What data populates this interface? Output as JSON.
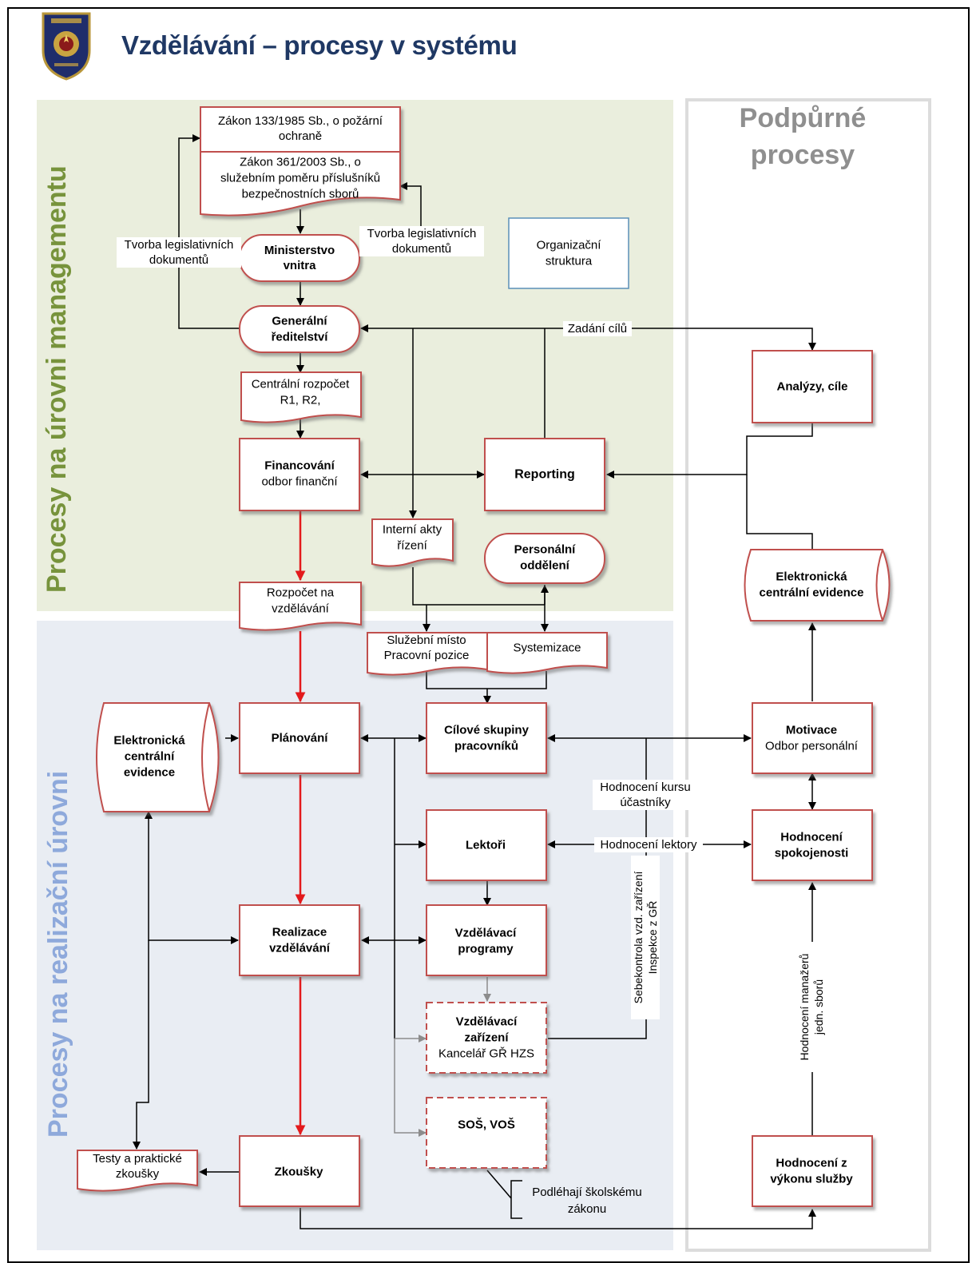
{
  "title": "Vzdělávání – procesy v systému",
  "support_title": [
    "Podpůrné",
    "procesy"
  ],
  "lane_labels": {
    "management": "Procesy na úrovni managementu",
    "realization": "Procesy na realizační úrovni"
  },
  "colors": {
    "title": "#1f3864",
    "management_bg": "#eaeedd",
    "realization_bg": "#e9edf3",
    "node_border": "#c0504d",
    "flow_red": "#e31a1c",
    "grey_text": "#8f8f8f"
  },
  "nodes": {
    "zakon133": [
      "Zákon 133/1985 Sb., o požární",
      "ochraně"
    ],
    "zakon361": [
      "Zákon 361/2003 Sb., o",
      "služebním poměru příslušníků",
      "bezpečnostních sborů"
    ],
    "ministerstvo": [
      "Ministerstvo",
      "vnitra"
    ],
    "organizacni": [
      "Organizační",
      "struktura"
    ],
    "generalni": [
      "Generální",
      "ředitelství"
    ],
    "centralni_rozpocet": [
      "Centrální rozpočet",
      "R1, R2,"
    ],
    "financovani": [
      "Financování",
      "odbor finanční"
    ],
    "reporting": [
      "Reporting"
    ],
    "analyzy": [
      "Analýzy, cíle"
    ],
    "interni_akty": [
      "Interní akty",
      "řízení"
    ],
    "personalni": [
      "Personální",
      "oddělení"
    ],
    "ece_top": [
      "Elektronická",
      "centrální evidence"
    ],
    "rozpocet_vzd": [
      "Rozpočet na",
      "vzdělávání"
    ],
    "sluzebni_misto": [
      "Služební místo",
      "Pracovní pozice"
    ],
    "systemizace": [
      "Systemizace"
    ],
    "ece_left": [
      "Elektronická",
      "centrální",
      "evidence"
    ],
    "planovani": [
      "Plánování"
    ],
    "cilove": [
      "Cílové skupiny",
      "pracovníků"
    ],
    "motivace": [
      "Motivace",
      "Odbor personální"
    ],
    "lektori": [
      "Lektoři"
    ],
    "hodnoceni_spok": [
      "Hodnocení",
      "spokojenosti"
    ],
    "realizace": [
      "Realizace",
      "vzdělávání"
    ],
    "vzd_programy": [
      "Vzdělávací",
      "programy"
    ],
    "vzd_zarizeni": [
      "Vzdělávací",
      "zařízení",
      "Kancelář GŘ HZS"
    ],
    "sos_vos": [
      "SOŠ, VOŠ"
    ],
    "testy": [
      "Testy a praktické",
      "zkoušky"
    ],
    "zkousky": [
      "Zkoušky"
    ],
    "hodnoceni_vykonu": [
      "Hodnocení z",
      "výkonu služby"
    ]
  },
  "edge_labels": {
    "tvorba_left": [
      "Tvorba legislativních",
      "dokumentů"
    ],
    "tvorba_right": [
      "Tvorba legislativních",
      "dokumentů"
    ],
    "zadani_cilu": "Zadání cílů",
    "hodnoceni_kursu": [
      "Hodnocení kursu",
      "účastníky"
    ],
    "hodnoceni_lektory": "Hodnocení lektory",
    "sebekontrola": [
      "Sebekontrola vzd. zařízení",
      "Inspekce z GŘ"
    ],
    "hodnoceni_manazeru": [
      "Hodnocení manažerů",
      "jedn. sborů"
    ],
    "podlehaji": [
      "Podléhají školskému",
      "zákonu"
    ]
  }
}
